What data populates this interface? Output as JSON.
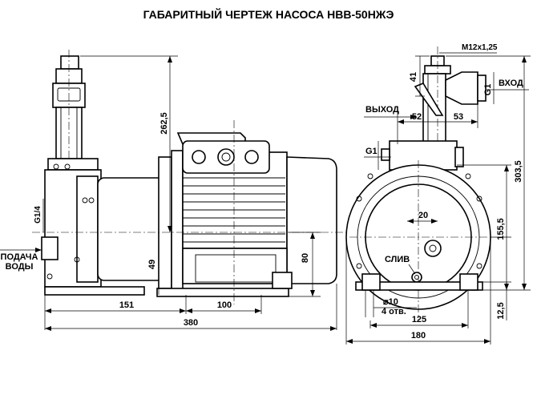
{
  "title": "ГАБАРИТНЫЙ ЧЕРТЕЖ НАСОСА НВВ-50НЖЭ",
  "front_view": {
    "port_top_label": "G1/4",
    "water_supply_label_line1": "ПОДАЧА",
    "water_supply_label_line2": "ВОДЫ",
    "dim_height_top": "262,5",
    "dim_49": "49",
    "dim_80": "80",
    "dim_151": "151",
    "dim_100": "100",
    "dim_380": "380"
  },
  "side_view": {
    "thread_label": "M12x1,25",
    "inlet_label": "ВХОД",
    "outlet_label": "ВЫХОД",
    "inlet_thread": "G1",
    "outlet_thread": "G1",
    "dim_41": "41",
    "dim_52": "52",
    "dim_53": "53",
    "dim_20": "20",
    "drain_label": "СЛИВ",
    "hole_diameter": "⌀10",
    "holes_count": "4 отв.",
    "dim_125": "125",
    "dim_180": "180",
    "dim_303_5": "303,5",
    "dim_155_5": "155,5",
    "dim_12_5": "12,5"
  }
}
